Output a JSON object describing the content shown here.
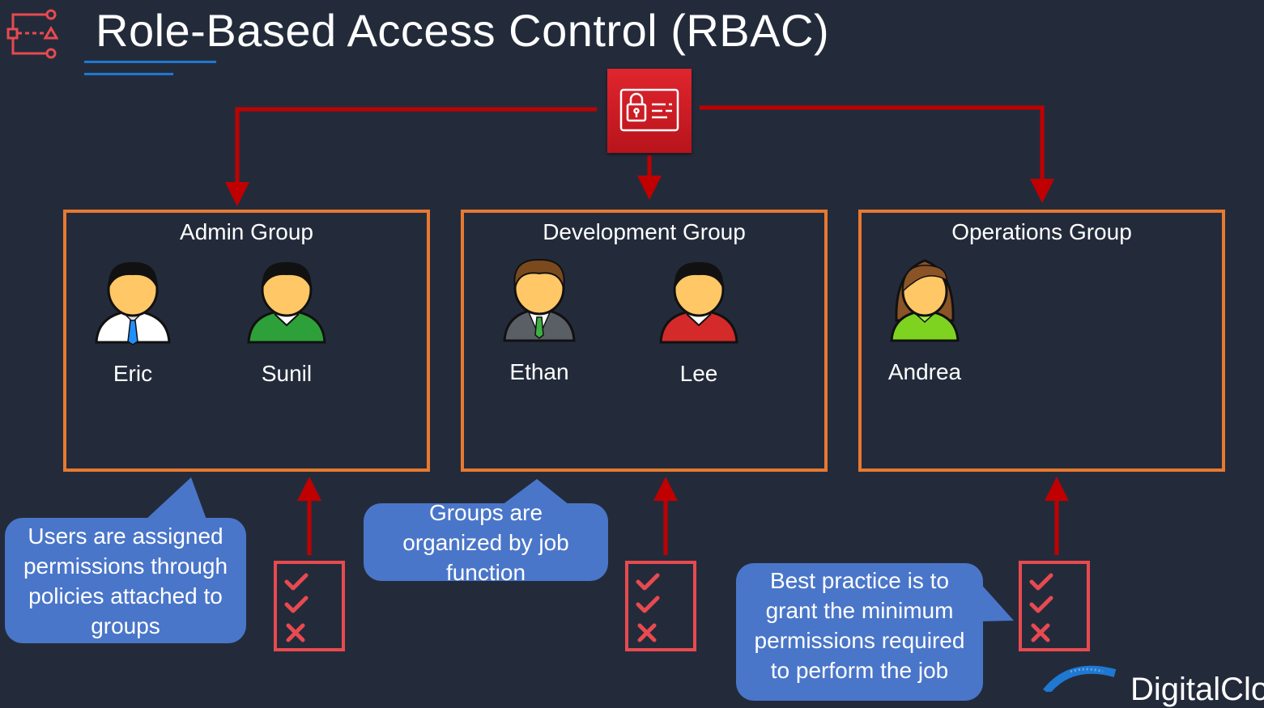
{
  "title": "Role-Based Access Control (RBAC)",
  "icons": {
    "header": "workflow-icon",
    "center": "iam-identity-card-icon"
  },
  "groups": [
    {
      "name": "Admin Group",
      "users": [
        {
          "name": "Eric",
          "avatar": "user-male-black-hair-white-shirt-tie-icon"
        },
        {
          "name": "Sunil",
          "avatar": "user-male-black-hair-green-sweater-icon"
        }
      ]
    },
    {
      "name": "Development Group",
      "users": [
        {
          "name": "Ethan",
          "avatar": "user-male-brown-hair-vest-tie-icon"
        },
        {
          "name": "Lee",
          "avatar": "user-male-black-hair-red-sweater-icon"
        }
      ]
    },
    {
      "name": "Operations Group",
      "users": [
        {
          "name": "Andrea",
          "avatar": "user-female-brown-hair-green-top-icon"
        }
      ]
    }
  ],
  "callouts": {
    "users": "Users are assigned permissions through policies attached to groups",
    "groups": "Groups are organized by job function",
    "best_practice": "Best practice is to grant the minimum permissions required to perform the job"
  },
  "logo_text": "DigitalCloud",
  "colors": {
    "background": "#232b3b",
    "group_border": "#e8792f",
    "arrow": "#c00000",
    "callout": "#4a76c9",
    "checklist": "#e84a4f",
    "title_underline": "#1f78d1"
  }
}
